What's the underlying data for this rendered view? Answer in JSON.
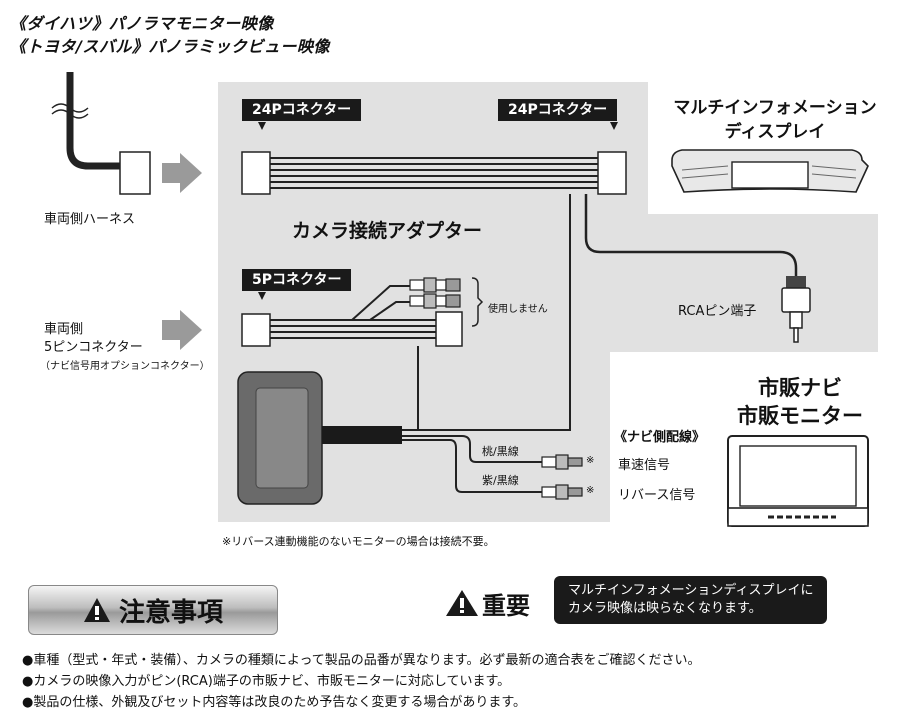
{
  "title": {
    "line1": "《ダイハツ》パノラマモニター映像",
    "line2": "《トヨタ/スバル》パノラミックビュー映像"
  },
  "connectors": {
    "left_24p": "24Pコネクター",
    "right_24p": "24Pコネクター",
    "p5": "5Pコネクター"
  },
  "labels": {
    "vehicle_harness": "車両側ハーネス",
    "adapter": "カメラ接続アダプター",
    "unused": "使用しません",
    "vehicle_5pin_line1": "車両側",
    "vehicle_5pin_line2": "5ピンコネクター",
    "vehicle_5pin_note": "（ナビ信号用オプションコネクター）",
    "rca": "RCAピン端子",
    "mid_line1": "マルチインフォメーション",
    "mid_line2": "ディスプレイ",
    "nav_monitor_line1": "市販ナビ",
    "nav_monitor_line2": "市販モニター",
    "nav_wiring": "《ナビ側配線》",
    "pink_black": "桃/黒線",
    "purple_black": "紫/黒線",
    "speed_signal": "車速信号",
    "reverse_signal": "リバース信号",
    "asterisk": "※",
    "reverse_note": "※リバース連動機能のないモニターの場合は接続不要。"
  },
  "caution": {
    "label": "注意事項",
    "icon": "warning-triangle-icon"
  },
  "important": {
    "label": "重要",
    "line1": "マルチインフォメーションディスプレイに",
    "line2": "カメラ映像は映らなくなります。"
  },
  "notes": [
    "●車種（型式・年式・装備）、カメラの種類によって製品の品番が異なります。必ず最新の適合表をご確認ください。",
    "●カメラの映像入力がピン(RCA)端子の市販ナビ、市販モニターに対応しています。",
    "●製品の仕様、外観及びセット内容等は改良のため予告なく変更する場合があります。"
  ],
  "colors": {
    "panel": "#e1e1e1",
    "dark": "#1a1a1a",
    "arrow": "#9a9a9a"
  }
}
